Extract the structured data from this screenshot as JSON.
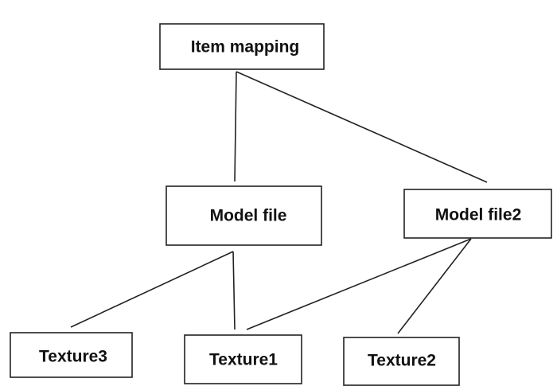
{
  "diagram": {
    "nodes": {
      "item_mapping": "Item mapping",
      "model_file": "Model file",
      "model_file2": "Model file2",
      "texture3": "Texture3",
      "texture1": "Texture1",
      "texture2": "Texture2"
    },
    "edges": [
      [
        "item_mapping",
        "model_file"
      ],
      [
        "item_mapping",
        "model_file2"
      ],
      [
        "model_file",
        "texture3"
      ],
      [
        "model_file",
        "texture1"
      ],
      [
        "model_file2",
        "texture1"
      ],
      [
        "model_file2",
        "texture2"
      ]
    ],
    "colors": {
      "stroke": "#222222",
      "text": "#111111",
      "background": "#ffffff"
    }
  }
}
